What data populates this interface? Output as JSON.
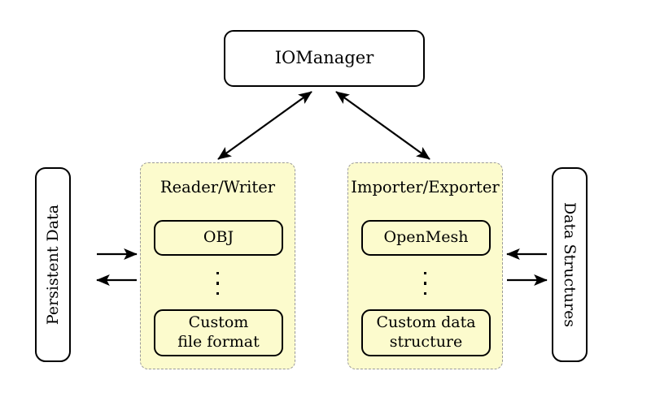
{
  "diagram": {
    "title_node": {
      "label": "IOManager"
    },
    "left_side_box": {
      "label": "Persistent Data",
      "orientation": "rotated-up"
    },
    "right_side_box": {
      "label": "Data Structures",
      "orientation": "rotated-down"
    },
    "groups": [
      {
        "id": "reader-writer",
        "title": "Reader/Writer",
        "items": [
          {
            "label": "OBJ"
          },
          {
            "label": "⋮"
          },
          {
            "label": "Custom\nfile format",
            "line1": "Custom",
            "line2": "file format"
          }
        ]
      },
      {
        "id": "importer-exporter",
        "title": "Importer/Exporter",
        "items": [
          {
            "label": "OpenMesh"
          },
          {
            "label": "⋮"
          },
          {
            "label": "Custom data\nstructure",
            "line1": "Custom data",
            "line2": "structure"
          }
        ]
      }
    ],
    "connections": [
      {
        "from": "reader-writer",
        "to": "IOManager",
        "style": "double-headed-diagonal"
      },
      {
        "from": "importer-exporter",
        "to": "IOManager",
        "style": "double-headed-diagonal"
      },
      {
        "from": "Persistent Data",
        "to": "Reader/Writer",
        "style": "single-arrow-right"
      },
      {
        "from": "Reader/Writer",
        "to": "Persistent Data",
        "style": "single-arrow-left"
      },
      {
        "from": "Data Structures",
        "to": "Importer/Exporter",
        "style": "single-arrow-left"
      },
      {
        "from": "Importer/Exporter",
        "to": "Data Structures",
        "style": "single-arrow-right"
      }
    ],
    "colors": {
      "group_fill": "#fcfbcd",
      "group_border": "#9a9a9a",
      "node_border": "#000000",
      "node_fill": "#ffffff",
      "text": "#000000",
      "background": "#ffffff"
    }
  }
}
